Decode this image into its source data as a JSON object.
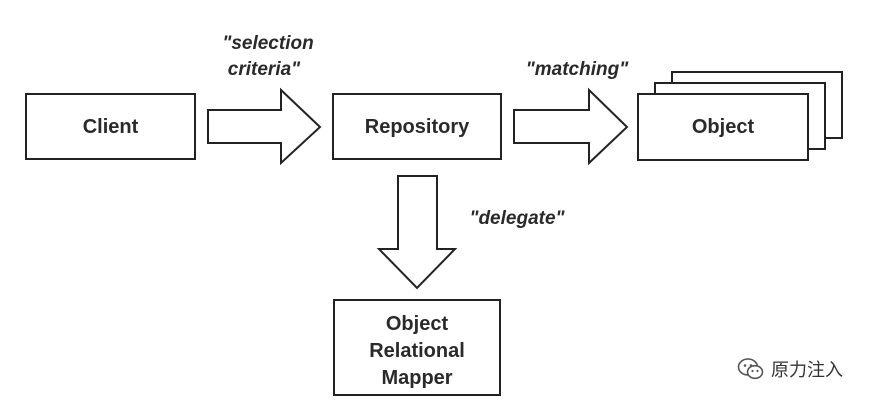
{
  "nodes": {
    "client": "Client",
    "repository": "Repository",
    "object": "Object",
    "mapper": [
      "Object",
      "Relational",
      "Mapper"
    ]
  },
  "edges": {
    "selection_criteria": [
      "\"selection",
      "criteria\""
    ],
    "matching": "\"matching\"",
    "delegate": "\"delegate\""
  },
  "watermark": {
    "text": "原力注入",
    "icon": "wechat-icon"
  },
  "colors": {
    "stroke": "#222222",
    "fill": "#ffffff",
    "text": "#2a2a2a"
  }
}
